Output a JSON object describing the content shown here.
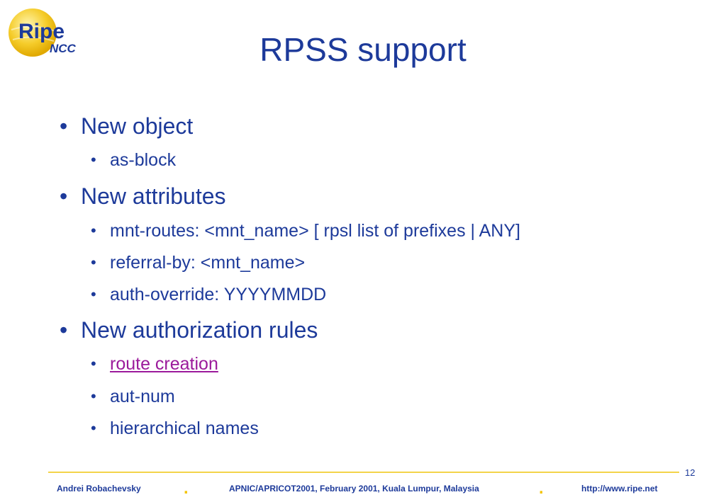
{
  "slide": {
    "title": "RPSS support",
    "logo": {
      "wordmark": "Ripe",
      "sub": "NCC"
    },
    "items": [
      {
        "text": "New object",
        "children": [
          "as-block"
        ]
      },
      {
        "text": "New attributes",
        "children": [
          "mnt-routes: <mnt_name> [ rpsl list of prefixes | ANY]",
          "referral-by: <mnt_name>",
          "auth-override: YYYYMMDD"
        ]
      },
      {
        "text": "New authorization rules",
        "children": [
          "route creation",
          "aut-num",
          "hierarchical names"
        ]
      }
    ],
    "bullet": "•",
    "page_number": "12"
  },
  "footer": {
    "author": "Andrei Robachevsky",
    "event": "APNIC/APRICOT2001, February 2001, Kuala Lumpur, Malaysia",
    "url": "http://www.ripe.net",
    "separator": "."
  },
  "colors": {
    "text": "#1d3a9a",
    "link": "#9b1a9b",
    "accent": "#f3d44a",
    "dot": "#f3c400"
  }
}
